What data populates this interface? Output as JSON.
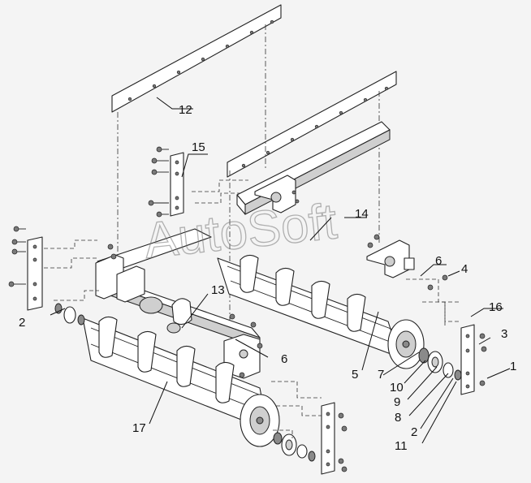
{
  "watermark": "AutoSoft",
  "callouts": [
    {
      "id": "c12",
      "text": "12"
    },
    {
      "id": "c15",
      "text": "15"
    },
    {
      "id": "c14",
      "text": "14"
    },
    {
      "id": "c6a",
      "text": "6"
    },
    {
      "id": "c4",
      "text": "4"
    },
    {
      "id": "c16",
      "text": "16"
    },
    {
      "id": "c3",
      "text": "3"
    },
    {
      "id": "c1",
      "text": "1"
    },
    {
      "id": "c13",
      "text": "13"
    },
    {
      "id": "c2a",
      "text": "2"
    },
    {
      "id": "c6b",
      "text": "6"
    },
    {
      "id": "c5",
      "text": "5"
    },
    {
      "id": "c7",
      "text": "7"
    },
    {
      "id": "c10",
      "text": "10"
    },
    {
      "id": "c9",
      "text": "9"
    },
    {
      "id": "c8",
      "text": "8"
    },
    {
      "id": "c2b",
      "text": "2"
    },
    {
      "id": "c11",
      "text": "11"
    },
    {
      "id": "c17",
      "text": "17"
    }
  ]
}
